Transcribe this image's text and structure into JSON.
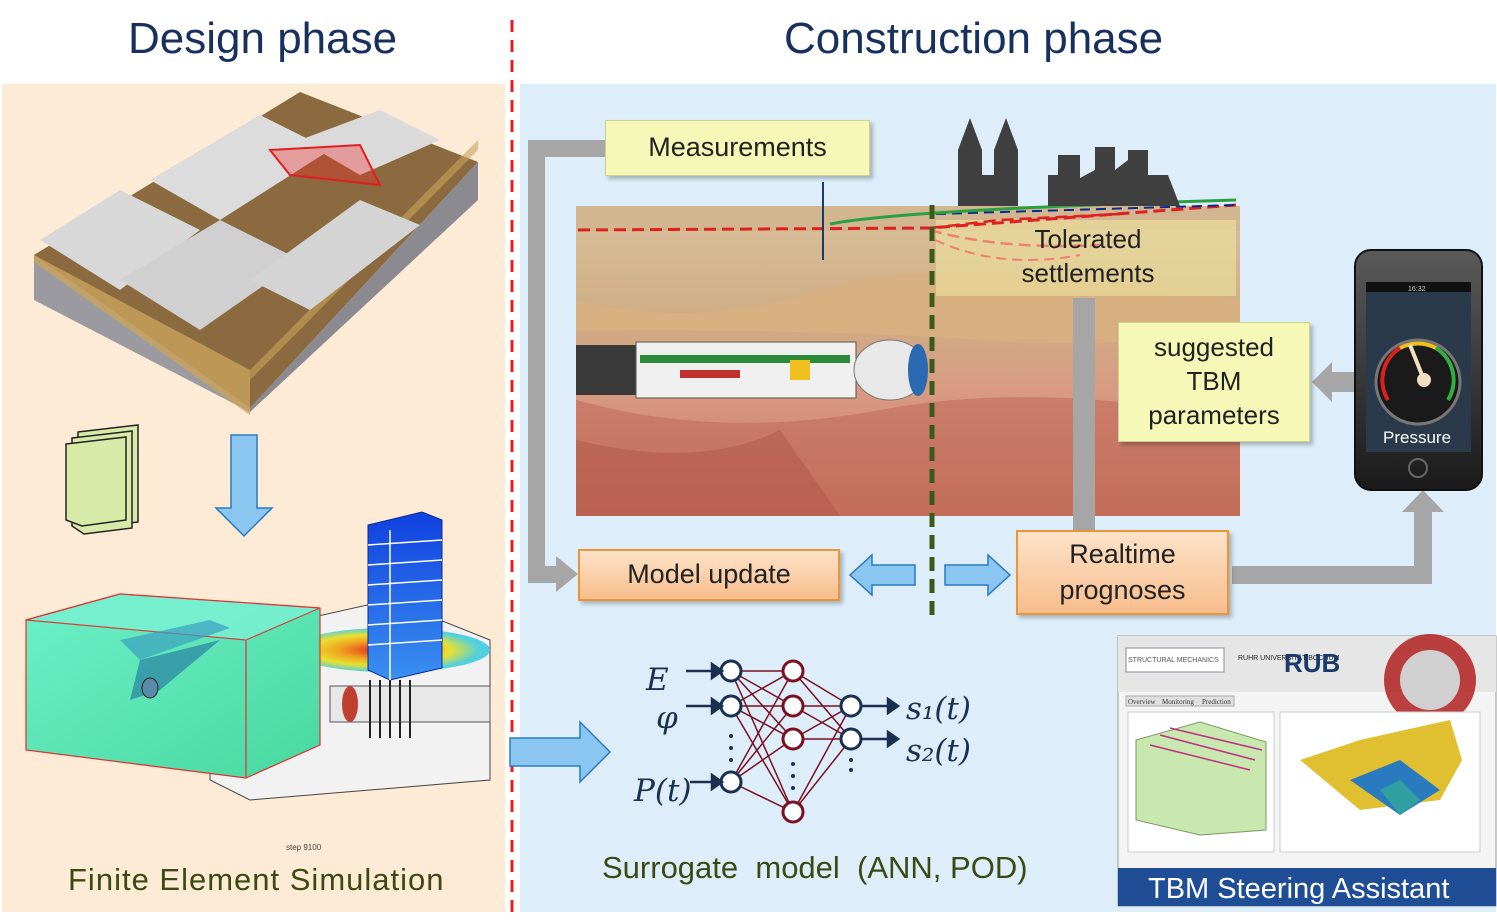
{
  "left_panel": {
    "title": "Design phase",
    "caption": "Finite Element Simulation",
    "step_label": "step 9100"
  },
  "right_panel": {
    "title": "Construction phase",
    "measurements_label": "Measurements",
    "tolerated_label_line1": "Tolerated",
    "tolerated_label_line2": "settlements",
    "suggested_line1": "suggested",
    "suggested_line2": "TBM",
    "suggested_line3": "parameters",
    "model_update_label": "Model update",
    "realtime_line1": "Realtime",
    "realtime_line2": "prognoses",
    "surrogate_caption": "Surrogate  model  (ANN, POD)",
    "phone_label": "Pressure",
    "phone_status": "16:32",
    "ann_inputs": [
      "E",
      "φ",
      "P(t)"
    ],
    "ann_outputs": [
      "s₁(t)",
      "s₂(t)"
    ],
    "assistant_title": "TBM Steering Assistant",
    "assistant_logo_text": "STRUCTURAL MECHANICS",
    "assistant_uni_text": "RUHR UNIVERSITÄT BOCHUM",
    "assistant_rub": "RUB",
    "assistant_tabs": [
      "Overview",
      "Monitoring",
      "Prediction"
    ]
  },
  "colors": {
    "title_navy": "#17305e",
    "left_bg": "#fdebd6",
    "right_bg": "#ddeefa",
    "divider_red": "#e02020",
    "arrow_blue": "#8ac6f0",
    "arrow_gray": "#a6a6a6"
  }
}
